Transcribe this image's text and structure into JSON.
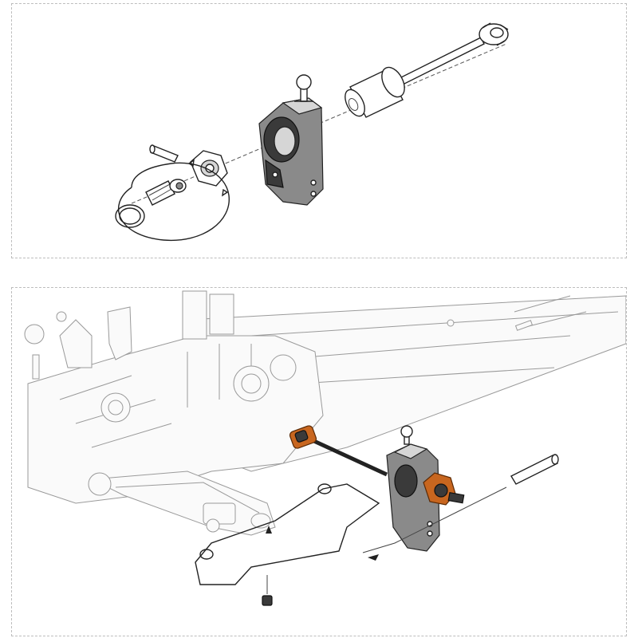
{
  "colors": {
    "background": "#ffffff",
    "border": "#bdbdbd",
    "line": "#222222",
    "chassis": "#9a9a9a",
    "part_dark": "#3a3a3a",
    "part_mid": "#8a8a8a",
    "highlight_orange": "#c8661f"
  },
  "panels": [
    {
      "id": "exploded-view",
      "parts": [
        "drive-shaft",
        "drive-cup",
        "hub-carrier",
        "ball-stud",
        "hex-hub",
        "pin",
        "axle-screw",
        "o-ring"
      ]
    },
    {
      "id": "assembly-view",
      "parts": [
        "chassis",
        "suspension-arm",
        "drive-shaft",
        "hub-carrier",
        "hinge-pin",
        "washer",
        "grub-screw"
      ]
    }
  ]
}
